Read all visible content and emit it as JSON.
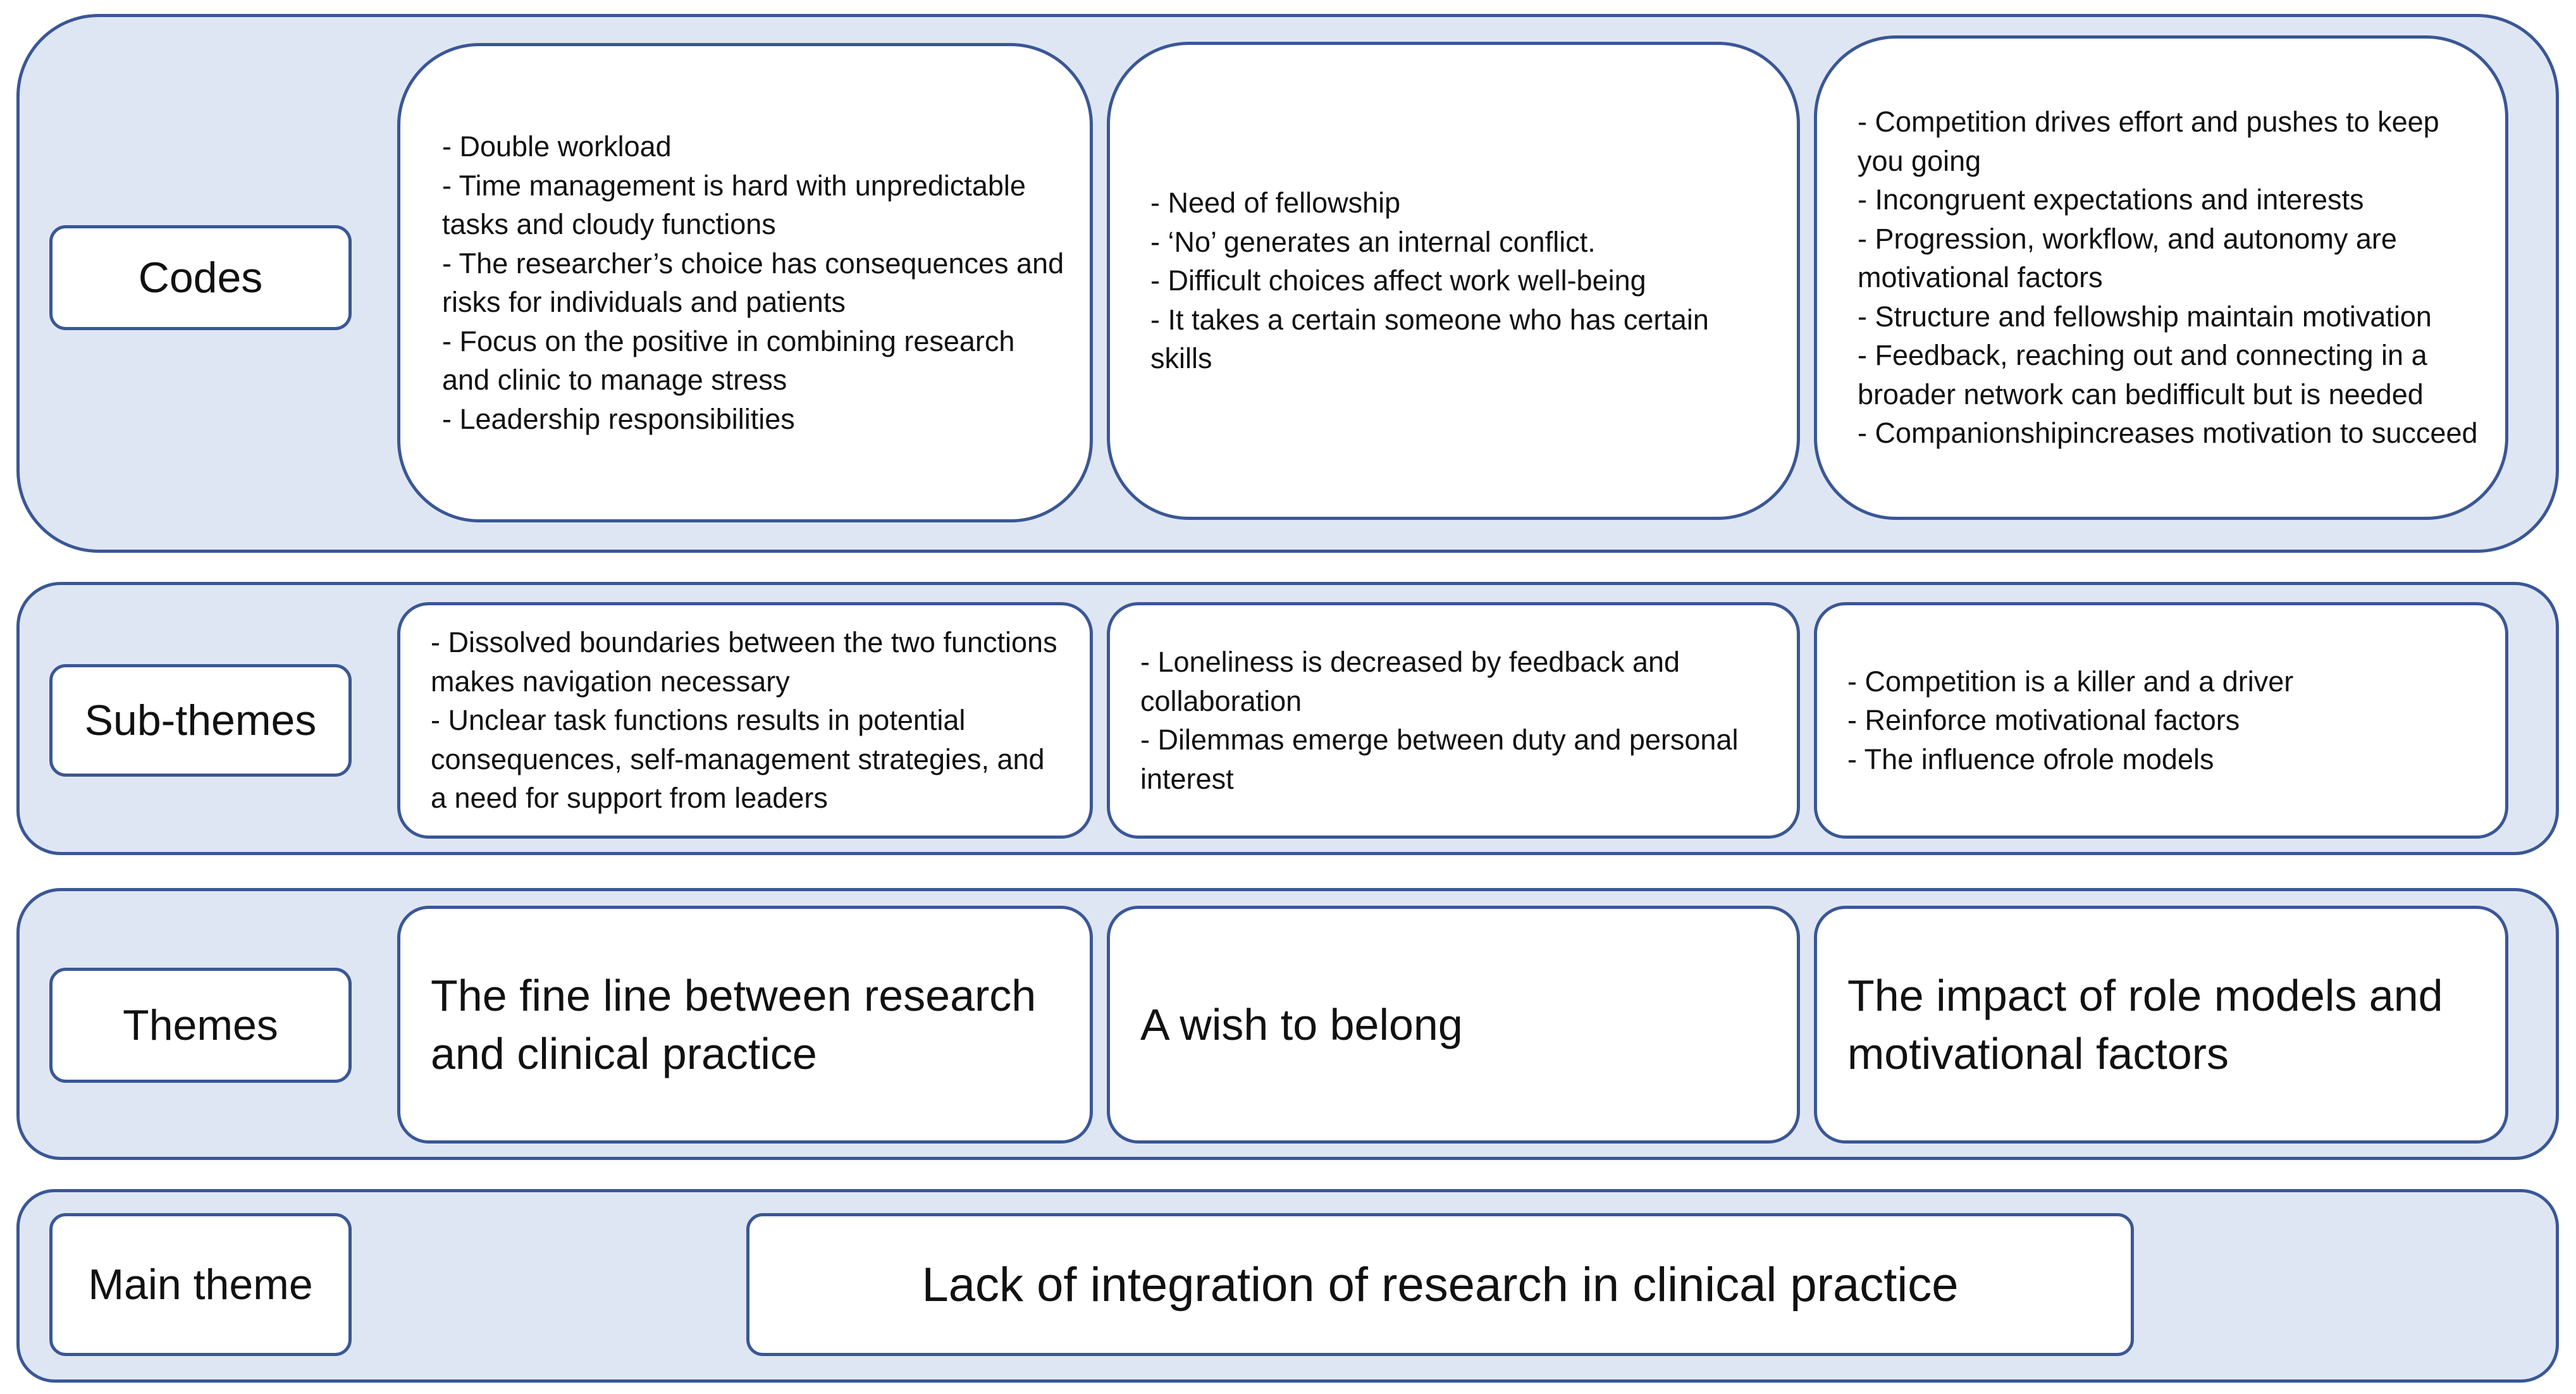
{
  "rows": {
    "codes": {
      "label": "Codes",
      "boxes": [
        {
          "items": [
            "- Double workload",
            "- Time management is hard with unpredictable tasks and cloudy functions",
            "- The researcher’s choice has consequences and risks for individuals and patients",
            "- Focus on the positive in combining research and clinic to manage stress",
            "- Leadership responsibilities"
          ]
        },
        {
          "items": [
            "- Need of fellowship",
            "- ‘No’ generates an internal conflict.",
            "- Difficult choices affect work well-being",
            "- It takes a certain someone who has certain skills"
          ]
        },
        {
          "items": [
            "- Competition drives effort and pushes to keep you going",
            "- Incongruent expectations and interests",
            "- Progression, workflow, and autonomy are motivational factors",
            "- Structure and fellowship maintain motivation",
            "- Feedback, reaching out and connecting in a broader network can bedifficult but is needed",
            "- Companionshipincreases motivation to succeed"
          ]
        }
      ]
    },
    "subthemes": {
      "label": "Sub-themes",
      "boxes": [
        {
          "items": [
            "- Dissolved boundaries between the two functions makes navigation necessary",
            "- Unclear task functions results in potential consequences, self-management strategies, and a need for support from leaders"
          ]
        },
        {
          "items": [
            "- Loneliness is decreased by feedback and collaboration",
            "- Dilemmas emerge between duty and personal interest"
          ]
        },
        {
          "items": [
            "- Competition is a killer and a driver",
            "- Reinforce motivational factors",
            "- The influence ofrole models"
          ]
        }
      ]
    },
    "themes": {
      "label": "Themes",
      "boxes": [
        {
          "text": "The fine line between research and clinical practice"
        },
        {
          "text": "A wish to belong"
        },
        {
          "text": "The impact of role models and motivational factors"
        }
      ]
    },
    "main_theme": {
      "label": "Main theme",
      "text": "Lack of integration of research in clinical practice"
    }
  },
  "colors": {
    "band_fill": "#dfe6f3",
    "border": "#3a5796",
    "box_fill": "#ffffff",
    "text": "#111111"
  }
}
